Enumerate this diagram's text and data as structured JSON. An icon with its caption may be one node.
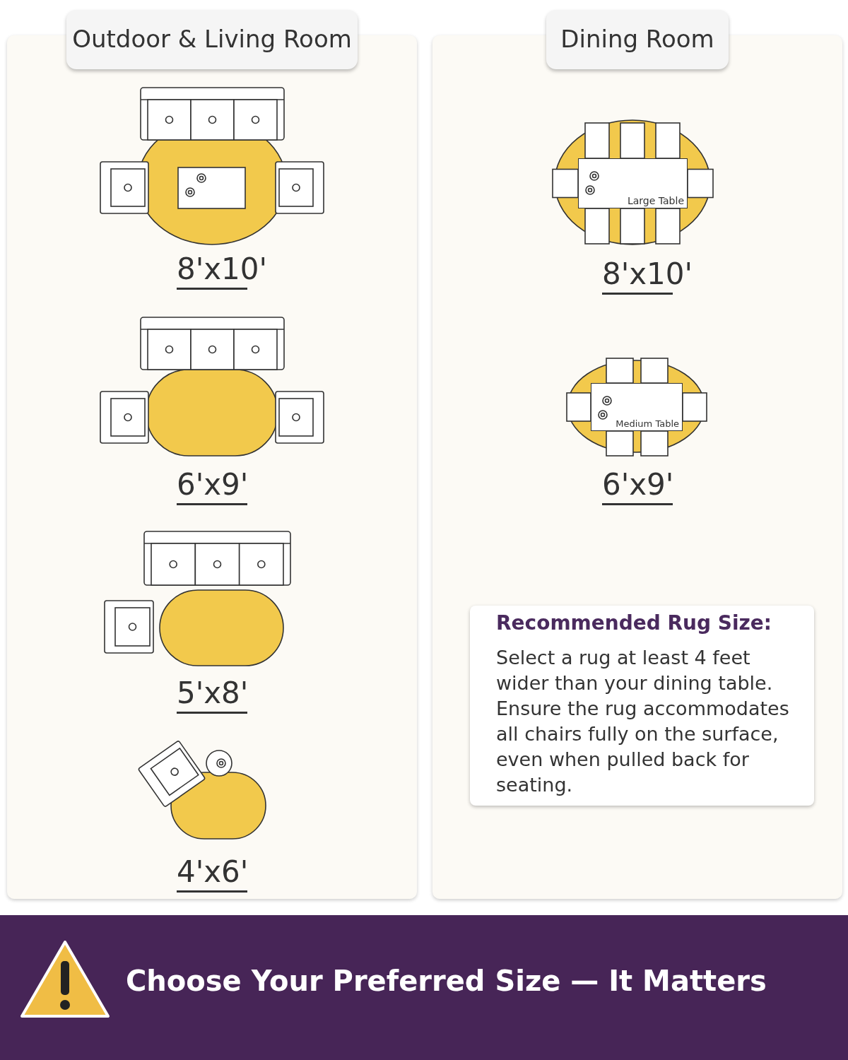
{
  "diagram": {
    "nodes": [
      {
        "text": [
          "Outdoor & Living Room"
        ]
      },
      {
        "text": [
          "Dining Room"
        ]
      },
      {
        "text": [
          "Large Table"
        ],
        "in": 1
      },
      {
        "text": [
          "Medium Table"
        ],
        "in": 1
      },
      {
        "text": [
          "Recommended Rug Size:",
          "Select a rug at least 4 feet wider than your dining table. Ensure the rug accommodates all chairs fully on the surface, even when pulled back for seating."
        ],
        "in": 1
      },
      {
        "text": [
          "Choose Your Preferred Size — It Matters"
        ]
      }
    ],
    "edges": [],
    "labels": [
      "8'x10'",
      "6'x9'",
      "5'x8'",
      "4'x6'",
      "8'x10'",
      "6'x9'"
    ]
  }
}
